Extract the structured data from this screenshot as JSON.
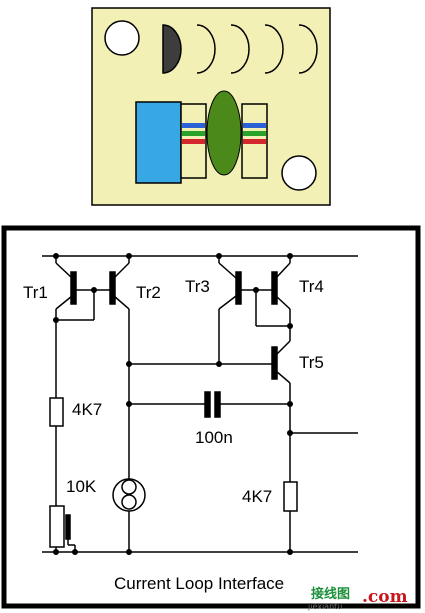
{
  "circuit": {
    "labels": {
      "tr1": "Tr1",
      "tr2": "Tr2",
      "tr3": "Tr3",
      "tr4": "Tr4",
      "tr5": "Tr5",
      "r1": "4K7",
      "r2": "10K",
      "r3": "4K7",
      "cap": "100n"
    },
    "caption": "Current Loop Interface"
  },
  "watermark": {
    "cn": "接线图",
    "com": ".com",
    "sub": "jiexiantu"
  },
  "colors": {
    "board": "#f2f0b5",
    "chip": "#37a8e4",
    "resistor_body": "#f2f0b5",
    "oval": "#4b8a1a",
    "band_blue": "#2b62d6",
    "band_green": "#2aa32a",
    "band_red": "#d4262d",
    "pad": "#3d3d3d",
    "watermark_red": "#c8161d",
    "watermark_green": "#1d8f3a"
  }
}
